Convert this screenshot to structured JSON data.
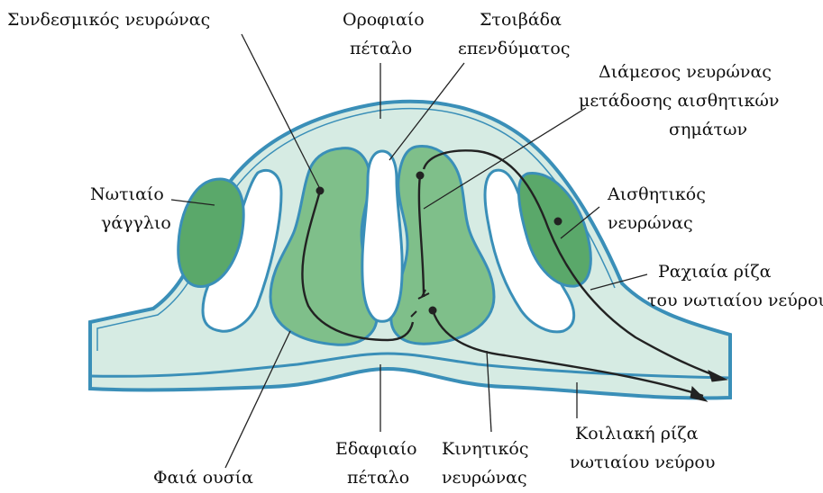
{
  "labels": {
    "commissural_neuron": "Συνδεσμικός νευρώνας",
    "roof_plate_1": "Οροφιαίο",
    "roof_plate_2": "πέταλο",
    "ependymal_layer_1": "Στοιβάδα",
    "ependymal_layer_2": "επενδύματος",
    "interneuron_1": "Διάμεσος νευρώνας",
    "interneuron_2": "μετάδοσης αισθητικών",
    "interneuron_3": "σημάτων",
    "dorsal_ganglion_1": "Νωτιαίο",
    "dorsal_ganglion_2": "γάγγλιο",
    "sensory_neuron_1": "Αισθητικός",
    "sensory_neuron_2": "νευρώνας",
    "dorsal_root_1": "Ραχιαία ρίζα",
    "dorsal_root_2": "του νωτιαίου νεύρου",
    "ventral_root_1": "Κοιλιακή ρίζα",
    "ventral_root_2": "νωτιαίου νεύρου",
    "motor_neuron_1": "Κινητικός",
    "motor_neuron_2": "νευρώνας",
    "floor_plate_1": "Εδαφιαίο",
    "floor_plate_2": "πέταλο",
    "grey_matter": "Φαιά ουσία"
  },
  "colors": {
    "tissue_fill": "#d6ebe3",
    "tissue_outline": "#3a8fb8",
    "grey_matter_fill": "#7fbf8a",
    "ganglion_fill": "#5aa86a",
    "neuron_path": "#222222",
    "lumen": "#ffffff"
  }
}
